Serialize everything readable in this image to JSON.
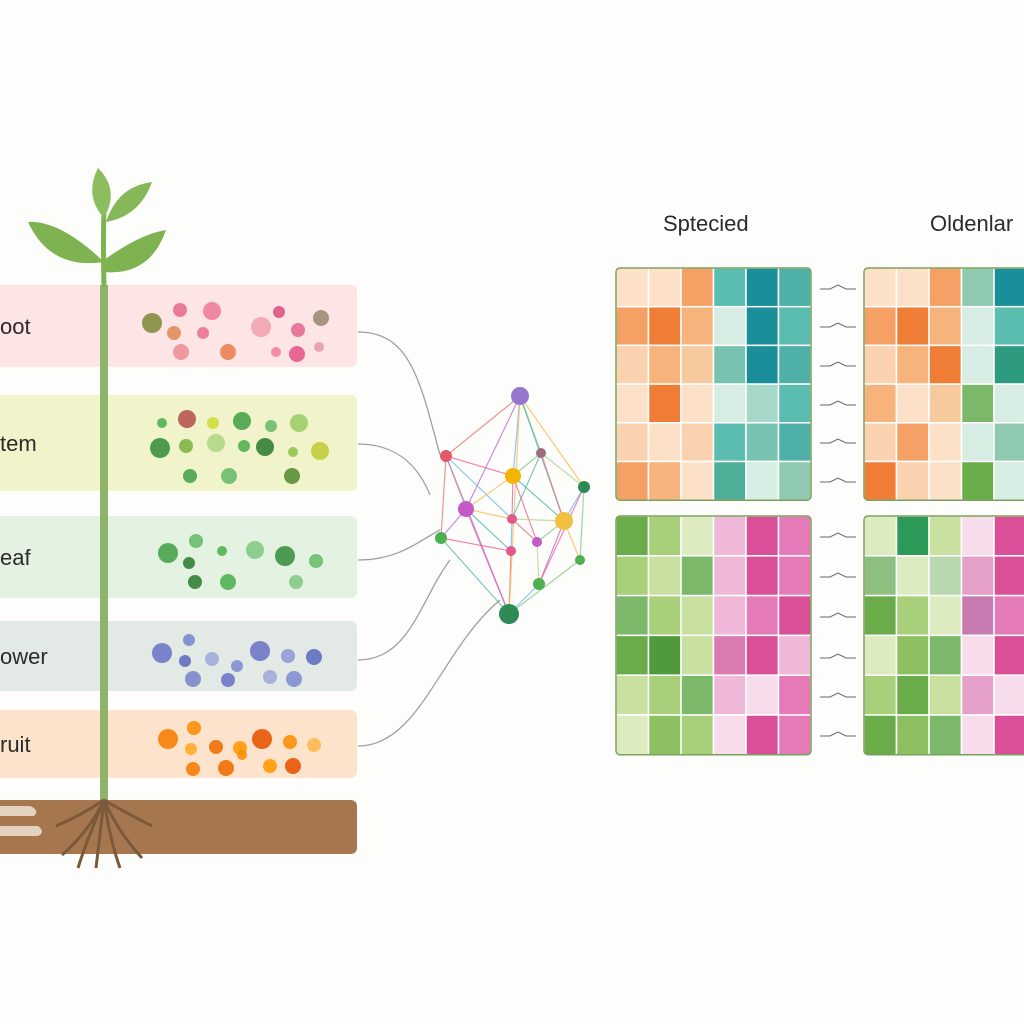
{
  "tissues": [
    {
      "label": "oot",
      "fill": "#fde3e4",
      "dots": [
        "#7d8a3a",
        "#e86a8f",
        "#f07a9a",
        "#e38a5a",
        "#e8738e",
        "#ec8f96",
        "#e97f4d",
        "#f2a0b0",
        "#d94f82",
        "#e46a93",
        "#9a8a70",
        "#f07fa0",
        "#e35688",
        "#e89aa5"
      ]
    },
    {
      "label": "tem",
      "fill": "#f0f2c8",
      "dots": [
        "#b6524a",
        "#4caf50",
        "#cddc39",
        "#43a047",
        "#66bb6a",
        "#9ccc65",
        "#388e3c",
        "#7cb342",
        "#aed581",
        "#4caf50",
        "#2e7d32",
        "#8bc34a",
        "#c0ca33",
        "#43a047",
        "#66bb6a",
        "#558b2f"
      ]
    },
    {
      "label": "eaf",
      "fill": "#e3f1df",
      "dots": [
        "#43a047",
        "#66bb6a",
        "#2e7d32",
        "#4caf50",
        "#81c784",
        "#388e3c",
        "#66bb6a",
        "#2e7d32",
        "#4caf50",
        "#81c784"
      ]
    },
    {
      "label": "ower",
      "fill": "#e2e8e4",
      "dots": [
        "#6b73c8",
        "#7986cb",
        "#5c6bc0",
        "#9fa8da",
        "#7e8cd1",
        "#6b73c8",
        "#8e99d6",
        "#5c6bc0",
        "#7986cb",
        "#6b73c8",
        "#9fa8da",
        "#7e8cd1"
      ]
    },
    {
      "label": "ruit",
      "fill": "#fde2c8",
      "dots": [
        "#f57c00",
        "#fb8c00",
        "#ffa726",
        "#ef6c00",
        "#ff9800",
        "#e65100",
        "#fb8c00",
        "#ffb74d",
        "#f57c00",
        "#ef6c00",
        "#ff9800",
        "#e65100",
        "#fb8c00"
      ]
    }
  ],
  "soil_color": "#a6774f",
  "stem_color": "#8db46a",
  "leaf_color": "#7fb352",
  "network": {
    "node_colors": [
      "#9575cd",
      "#e05a6a",
      "#f4b400",
      "#c45ac6",
      "#9e6b7c",
      "#f0c040",
      "#4caf50",
      "#e05a8a",
      "#6dbf6b",
      "#2e8b57"
    ]
  },
  "panels": [
    {
      "title": "Sptecied"
    },
    {
      "title": "Oldenlar"
    }
  ],
  "heatmap_top": {
    "left": [
      [
        "#fde0c8",
        "#fde0c8",
        "#f5a065",
        "#5bbcb0",
        "#1a8f99",
        "#4fb0a8"
      ],
      [
        "#f5a065",
        "#ef7d35",
        "#f7b37c",
        "#d7ece3",
        "#1a8f99",
        "#5bbcb0"
      ],
      [
        "#fad2b0",
        "#f7b37c",
        "#f7c99e",
        "#77c2b0",
        "#1a8f99",
        "#4fb0a8"
      ],
      [
        "#fde0c8",
        "#ef7d35",
        "#fde0c8",
        "#d7ece3",
        "#a8d8c8",
        "#5bbcb0"
      ],
      [
        "#fad2b0",
        "#fde0c8",
        "#fad2b0",
        "#5bbcb0",
        "#77c2b0",
        "#4fb0a8"
      ],
      [
        "#f5a065",
        "#f7b37c",
        "#fde0c8",
        "#4fae98",
        "#d7ece3",
        "#8ec9b0"
      ]
    ],
    "right": [
      [
        "#fde0c8",
        "#fde0c8",
        "#f5a065",
        "#8ec9b0",
        "#1a8f99",
        "#5bbcb0"
      ],
      [
        "#f5a065",
        "#ef7d35",
        "#f7b37c",
        "#d7ece3",
        "#5bbcb0",
        "#8ec9b0"
      ],
      [
        "#fad2b0",
        "#f7b37c",
        "#ef7d35",
        "#d7ece3",
        "#2e9a80",
        "#5bbcb0"
      ],
      [
        "#f7b37c",
        "#fde0c8",
        "#f7c99e",
        "#7cb86a",
        "#d7ece3",
        "#8ec9b0"
      ],
      [
        "#fad2b0",
        "#f5a065",
        "#fde0c8",
        "#d7ece3",
        "#8ec9b0",
        "#5bbcb0"
      ],
      [
        "#ef7d35",
        "#fad2b0",
        "#fde0c8",
        "#6aab4a",
        "#d7ece3",
        "#8ec9b0"
      ]
    ]
  },
  "heatmap_bottom": {
    "left": [
      [
        "#6aab4a",
        "#a8cf7a",
        "#dcebc0",
        "#f0b8d8",
        "#d94f98",
        "#e47ab8"
      ],
      [
        "#a8cf7a",
        "#c8e0a0",
        "#7cb86a",
        "#f0b8d8",
        "#d94f98",
        "#e47ab8"
      ],
      [
        "#7cb86a",
        "#a8cf7a",
        "#c8e0a0",
        "#f0b8d8",
        "#e47ab8",
        "#d94f98"
      ],
      [
        "#6aab4a",
        "#4f9a3a",
        "#c8e0a0",
        "#d97ab0",
        "#d94f98",
        "#f0b8d8"
      ],
      [
        "#c8e0a0",
        "#a8cf7a",
        "#7cb86a",
        "#f0b8d8",
        "#f7dcec",
        "#e47ab8"
      ],
      [
        "#dcebc0",
        "#8cc060",
        "#a8cf7a",
        "#f7dcec",
        "#d94f98",
        "#e47ab8"
      ]
    ],
    "right": [
      [
        "#dcebc0",
        "#2e9a5a",
        "#c8e0a0",
        "#f7dcec",
        "#d94f98",
        "#f0b8d8"
      ],
      [
        "#8cc080",
        "#dcebc0",
        "#b8d8b0",
        "#e4a0c8",
        "#d94f98",
        "#f0b8d8"
      ],
      [
        "#6aab4a",
        "#a8cf7a",
        "#dcebc0",
        "#c77ab0",
        "#e47ab8",
        "#d94f98"
      ],
      [
        "#dcebc0",
        "#8cc060",
        "#7cb86a",
        "#f7dcec",
        "#d94f98",
        "#e47ab8"
      ],
      [
        "#a8cf7a",
        "#6aab4a",
        "#c8e0a0",
        "#e4a0c8",
        "#f7dcec",
        "#d94f98"
      ],
      [
        "#6aab4a",
        "#8cc060",
        "#7cb86a",
        "#f7dcec",
        "#d94f98",
        "#e47ab8"
      ]
    ]
  }
}
